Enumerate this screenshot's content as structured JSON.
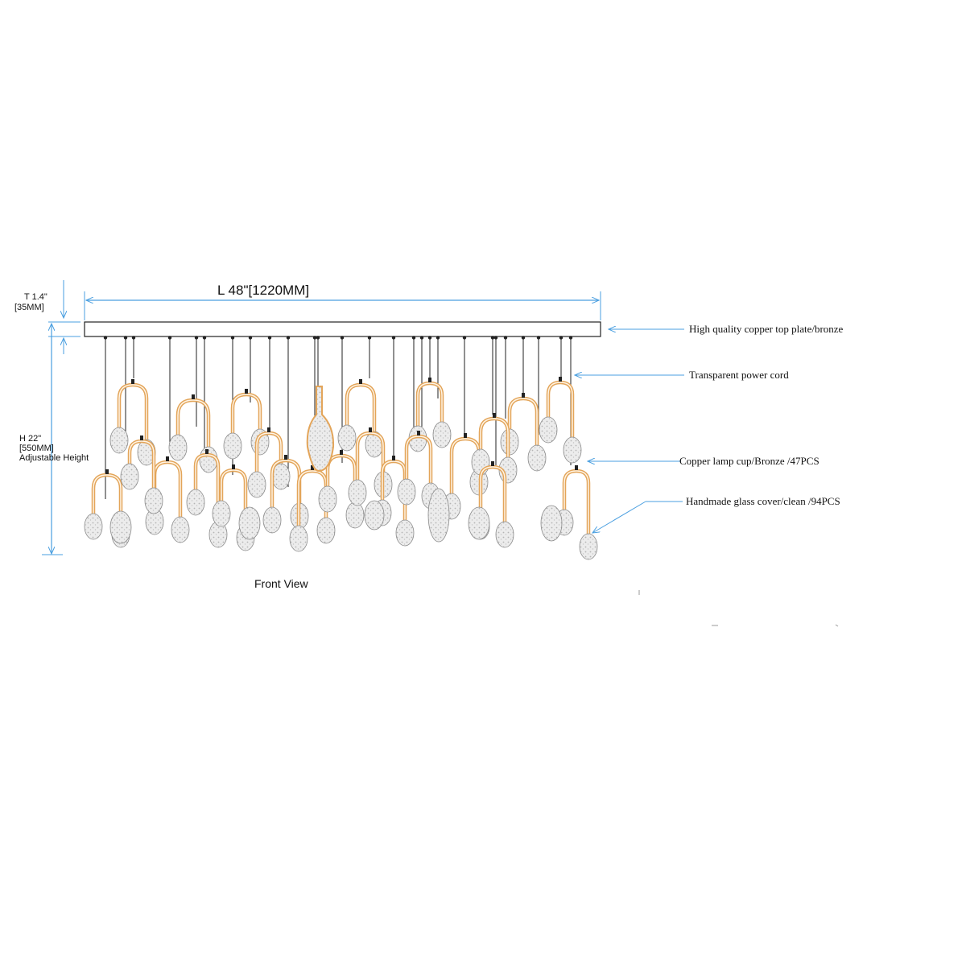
{
  "drawing": {
    "length_label": "L 48\"[1220MM]",
    "thickness_label_1": "T 1.4\"",
    "thickness_label_2": "[35MM]",
    "height_label_1": "H 22\"",
    "height_label_2": "[550MM]",
    "height_label_3": "Adjustable Height",
    "view_label": "Front View"
  },
  "callouts": {
    "top_plate": "High quality copper top plate/bronze",
    "power_cord": "Transparent power cord",
    "lamp_cup": "Copper lamp cup/Bronze /47PCS",
    "glass_cover": "Handmade glass cover/clean /94PCS"
  },
  "colors": {
    "dimension_line": "#4a9fe0",
    "copper_tube": "#e3a55a",
    "glass_fill": "#e6e6e6",
    "glass_stroke": "#8a8a8a",
    "cord": "#222222"
  }
}
